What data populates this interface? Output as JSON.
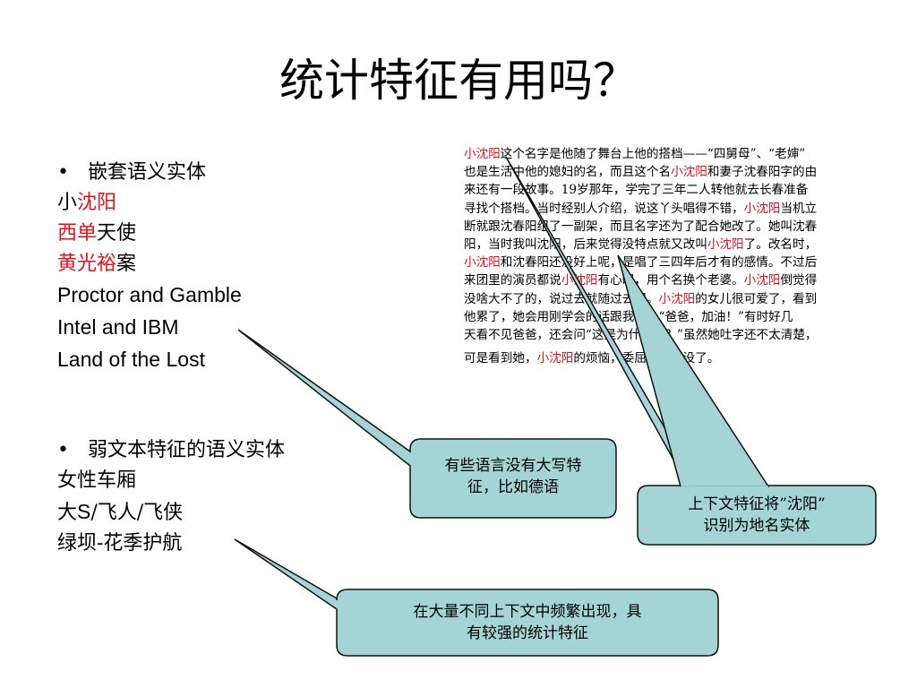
{
  "title": "统计特征有用吗？",
  "list1": {
    "bullet": "•",
    "heading": "嵌套语义实体",
    "items": [
      {
        "parts": [
          {
            "text": "小",
            "red": false
          },
          {
            "text": "沈阳",
            "red": true
          }
        ]
      },
      {
        "parts": [
          {
            "text": "西单",
            "red": true
          },
          {
            "text": "天使",
            "red": false
          }
        ]
      },
      {
        "parts": [
          {
            "text": "黄光裕",
            "red": true
          },
          {
            "text": "案",
            "red": false
          }
        ]
      },
      {
        "parts": [
          {
            "text": "Proctor and Gamble",
            "red": false
          }
        ],
        "latin": true
      },
      {
        "parts": [
          {
            "text": "Intel and IBM",
            "red": false
          }
        ],
        "latin": true
      },
      {
        "parts": [
          {
            "text": "Land of the Lost",
            "red": false
          }
        ],
        "latin": true
      }
    ]
  },
  "list2": {
    "bullet": "•",
    "heading": "弱文本特征的语义实体",
    "items": [
      {
        "parts": [
          {
            "text": "女性车厢",
            "red": false
          }
        ]
      },
      {
        "parts": [
          {
            "text": "大",
            "red": false
          },
          {
            "text": "S",
            "red": false,
            "latin": true
          },
          {
            "text": "/飞人/飞侠",
            "red": false
          }
        ]
      },
      {
        "parts": [
          {
            "text": "绿坝-花季护航",
            "red": false
          }
        ]
      }
    ]
  },
  "passage": [
    [
      {
        "t": "小沈阳",
        "r": true
      },
      {
        "t": "这个名字是他随了舞台上他的搭档——“四舅母”、“老婶”",
        "r": false
      }
    ],
    [
      {
        "t": "也是生活中他的媳妇的名，而且这个名",
        "r": false
      },
      {
        "t": "小沈阳",
        "r": true
      },
      {
        "t": "和妻子沈春阳字的由",
        "r": false
      }
    ],
    [
      {
        "t": "来还有一段故事。19岁那年，学完了三年二人转他就去长春准备",
        "r": false
      }
    ],
    [
      {
        "t": "寻找个搭档。当时经别人介绍，说这丫头唱得不错，",
        "r": false
      },
      {
        "t": "小沈阳",
        "r": true
      },
      {
        "t": "当机立",
        "r": false
      }
    ],
    [
      {
        "t": "断就跟沈春阳组了一副架，而且名字还为了配合她改了。她叫沈春",
        "r": false
      }
    ],
    [
      {
        "t": "阳，当时我叫沈阳，后来觉得没特点就又改叫",
        "r": false
      },
      {
        "t": "小沈阳",
        "r": true
      },
      {
        "t": "了。改名时，",
        "r": false
      }
    ],
    [
      {
        "t": "小沈阳",
        "r": true
      },
      {
        "t": "和沈春阳还没好上呢，是唱了三四年后才有的感情。不过后",
        "r": false
      }
    ],
    [
      {
        "t": "来团里的演员都说",
        "r": false
      },
      {
        "t": "小沈阳",
        "r": true
      },
      {
        "t": "有心眼，用个名换个老婆。",
        "r": false
      },
      {
        "t": "小沈阳",
        "r": true
      },
      {
        "t": "倒觉得",
        "r": false
      }
    ],
    [
      {
        "t": "没啥大不了的，说过去就随过去呗。",
        "r": false
      },
      {
        "t": "小沈阳",
        "r": true
      },
      {
        "t": "的女儿很可爱了，看到",
        "r": false
      }
    ],
    [
      {
        "t": "他累了，她会用刚学会的话跟我说：“爸爸，加油！”有时好几",
        "r": false
      }
    ],
    [
      {
        "t": "天看不见爸爸，还会问“这是为什么呢？”虽然她吐字还不太清楚，",
        "r": false
      }
    ],
    [
      {
        "t": "可是看到她，",
        "r": false
      },
      {
        "t": "小沈阳",
        "r": true
      },
      {
        "t": "的烦恼，委屈呀就都没了。",
        "r": false
      }
    ]
  ],
  "callouts": [
    {
      "lines": [
        "有些语言没有大写特",
        "征，比如德语"
      ]
    },
    {
      "lines": [
        "上下文特征将”沈阳”",
        "识别为地名实体"
      ]
    },
    {
      "lines": [
        "在大量不同上下文中频繁出现，具",
        "有较强的统计特征"
      ]
    }
  ],
  "colors": {
    "callout_fill": "#a4d4d6",
    "callout_stroke": "#111111",
    "highlight": "#e8111b"
  }
}
